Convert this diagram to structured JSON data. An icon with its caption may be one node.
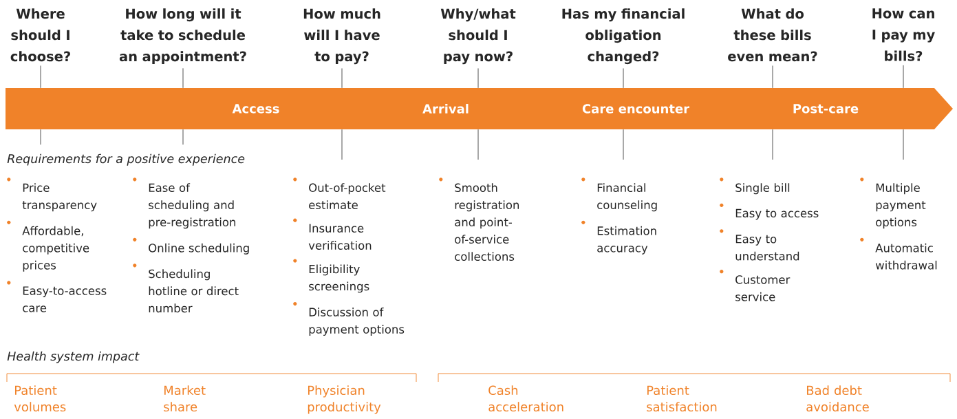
{
  "diagram": {
    "nodes": [
      {
        "text": [
          "Where should I choose?"
        ]
      },
      {
        "text": [
          "How long will it take to schedule an appointment?"
        ]
      },
      {
        "text": [
          "How much will I have to pay?"
        ]
      },
      {
        "text": [
          "Why/what should I pay now?"
        ]
      },
      {
        "text": [
          "Has my financial obligation changed?"
        ]
      },
      {
        "text": [
          "What do these bills even mean?"
        ]
      },
      {
        "text": [
          "How can I pay my bills?"
        ]
      },
      {
        "text": [
          "Access",
          "Arrival",
          "Care encounter",
          "Post-care"
        ]
      },
      {
        "text": [
          "Price transparency",
          "Affordable, competitive prices",
          "Easy-to-access care"
        ]
      },
      {
        "text": [
          "Ease of scheduling and pre-registration",
          "Online scheduling",
          "Scheduling hotline or direct number"
        ]
      },
      {
        "text": [
          "Out-of-pocket estimate",
          "Insurance verification",
          "Eligibility screenings",
          "Discussion of payment options"
        ]
      },
      {
        "text": [
          "Smooth registration and point-of-service collections"
        ]
      },
      {
        "text": [
          "Financial counseling",
          "Estimation accuracy"
        ]
      },
      {
        "text": [
          "Single bill",
          "Easy to access",
          "Easy to understand",
          "Customer service"
        ]
      },
      {
        "text": [
          "Multiple payment options",
          "Automatic withdrawal"
        ]
      }
    ],
    "edges": [
      {
        "from": 0,
        "to": 7,
        "arrow": "none"
      },
      {
        "from": 1,
        "to": 7,
        "arrow": "none"
      },
      {
        "from": 2,
        "to": 7,
        "arrow": "none"
      },
      {
        "from": 3,
        "to": 7,
        "arrow": "none"
      },
      {
        "from": 4,
        "to": 7,
        "arrow": "none"
      },
      {
        "from": 5,
        "to": 7,
        "arrow": "none"
      },
      {
        "from": 6,
        "to": 7,
        "arrow": "none"
      },
      {
        "from": 7,
        "to": null,
        "arrow": "none"
      },
      {
        "from": 7,
        "to": null,
        "arrow": "none"
      },
      {
        "from": 7,
        "to": 10,
        "arrow": "none"
      },
      {
        "from": 7,
        "to": 11,
        "arrow": "none"
      },
      {
        "from": 7,
        "to": 12,
        "arrow": "none"
      },
      {
        "from": 7,
        "to": 13,
        "arrow": "none"
      },
      {
        "from": 7,
        "to": 14,
        "arrow": "none"
      }
    ],
    "labels": [
      "Requirements for a positive experience",
      "Health system impact",
      "Patient volumes",
      "Market share",
      "Physician productivity",
      "Cash acceleration",
      "Patient satisfaction",
      "Bad debt avoidance"
    ]
  }
}
